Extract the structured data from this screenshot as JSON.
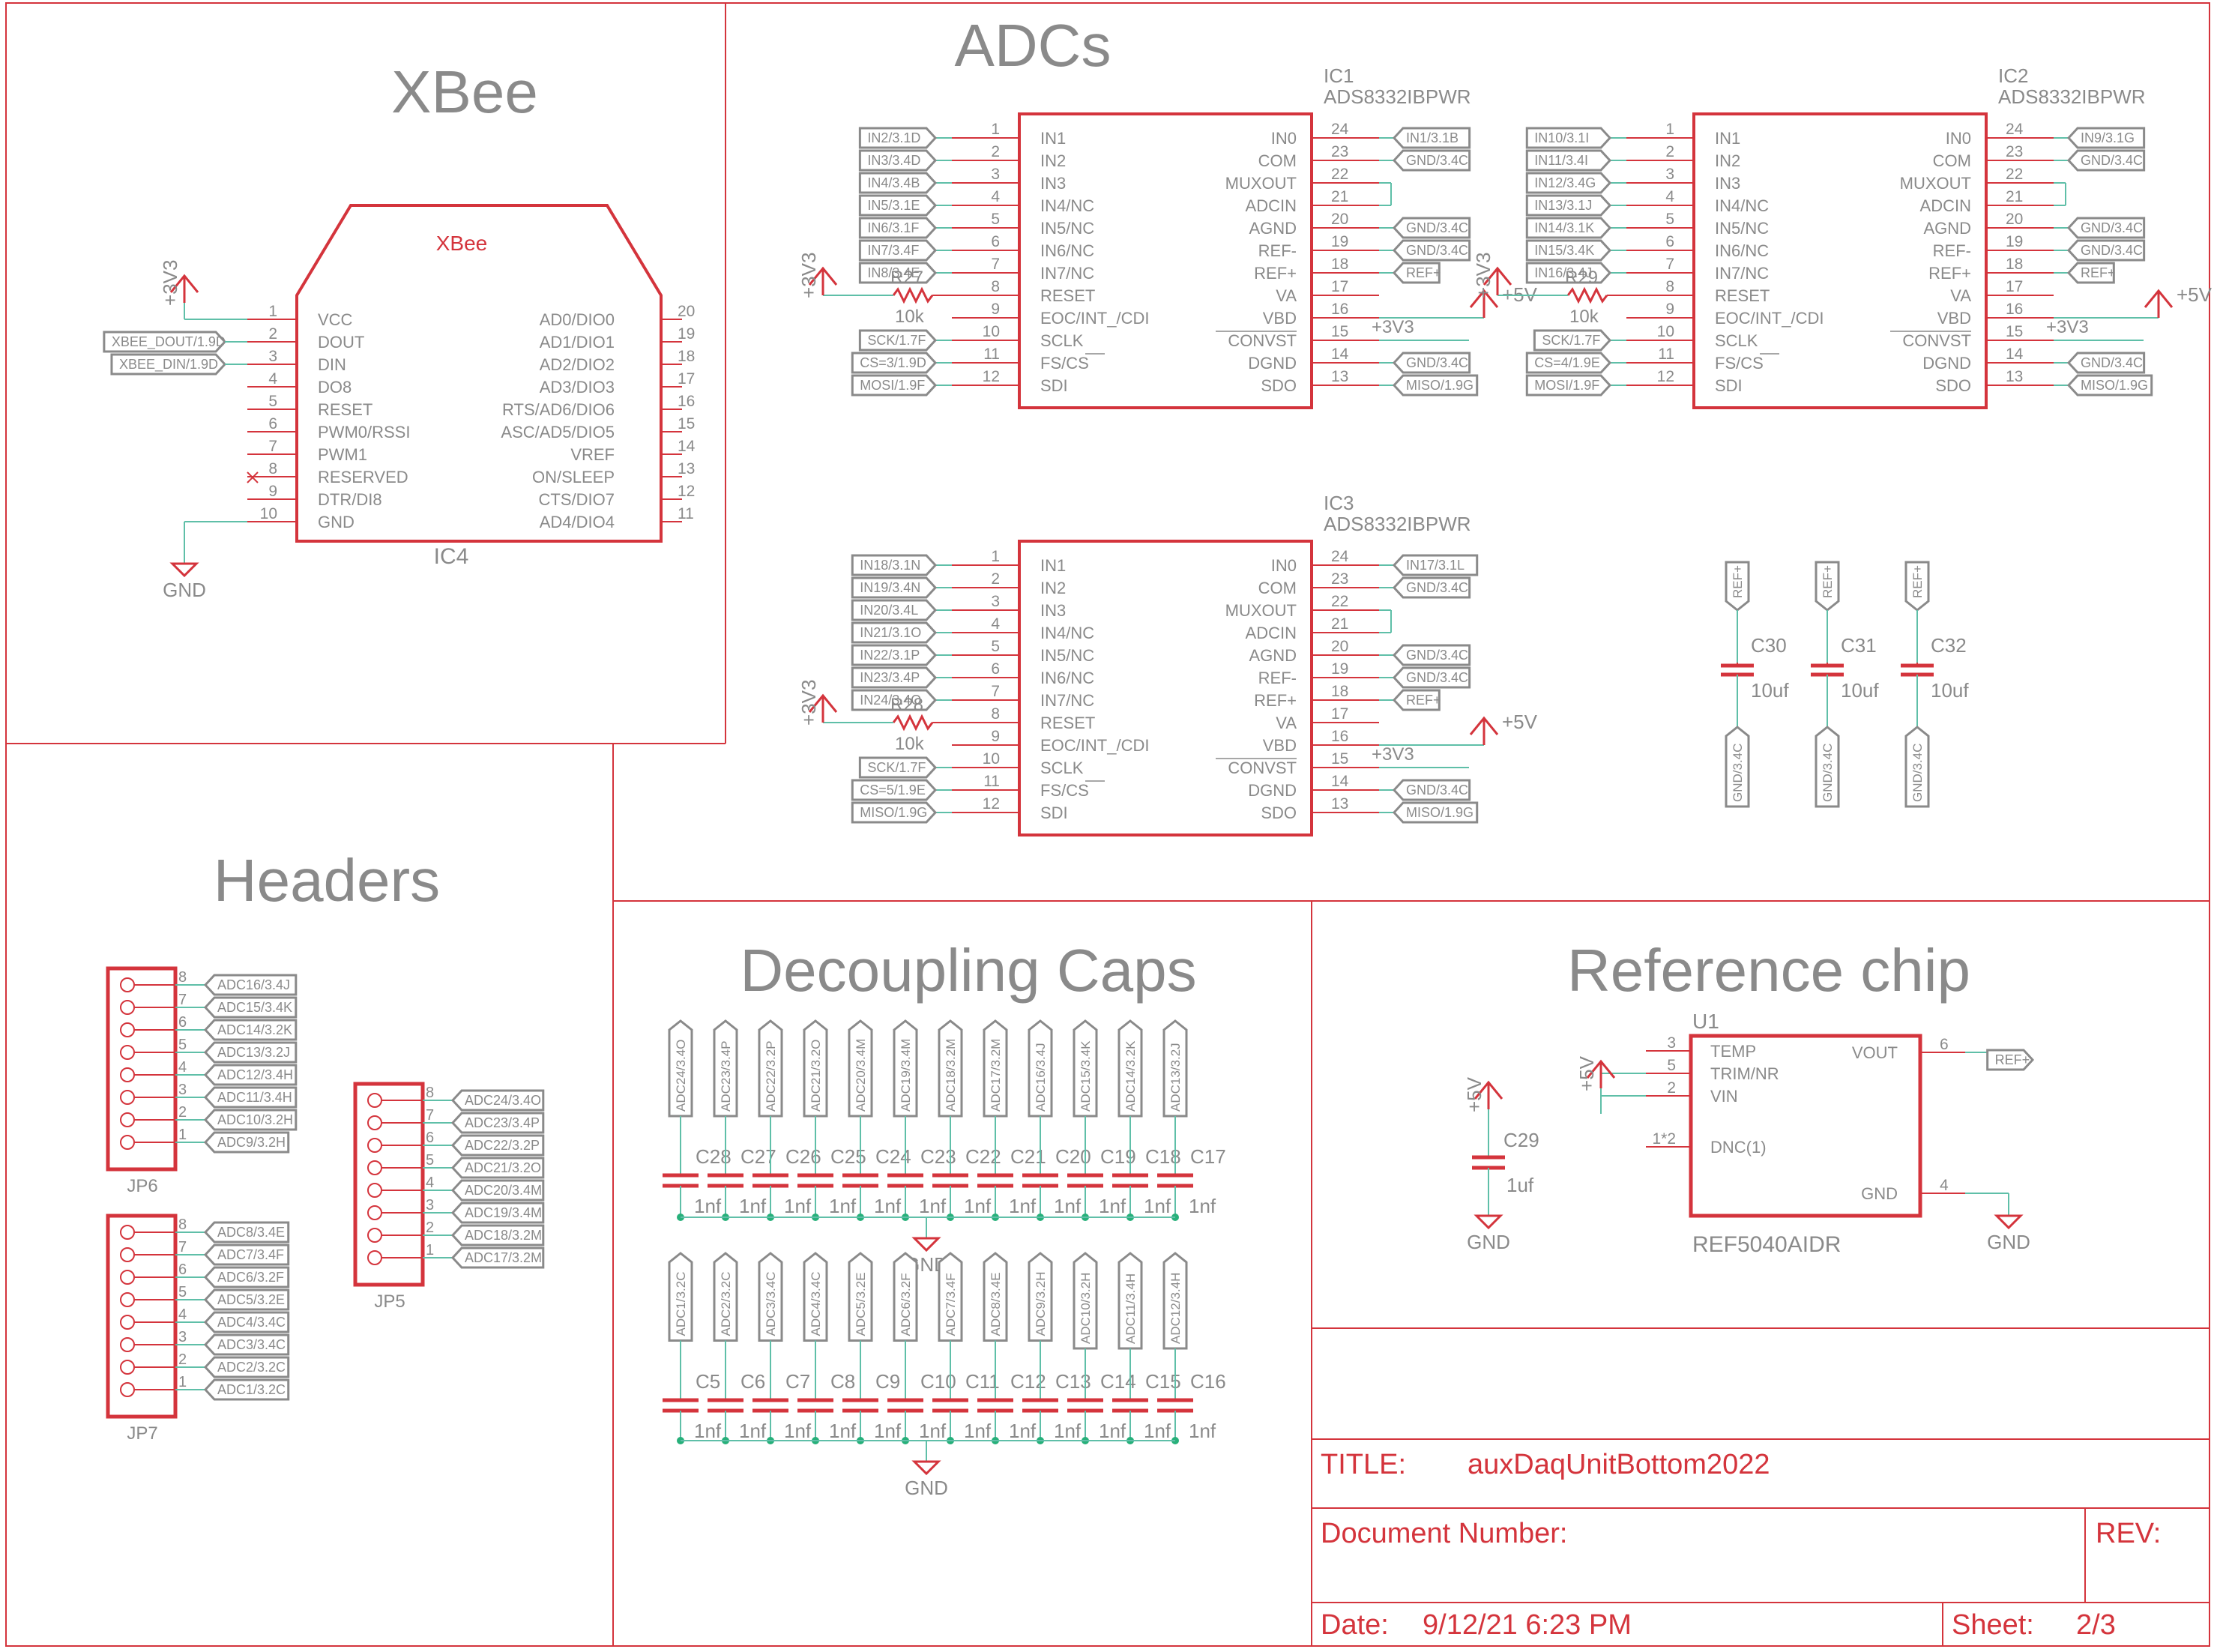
{
  "colors": {
    "frame": "#d4343c",
    "text_gray": "#8a8a8a",
    "text_dark": "#6e6e6e",
    "net": "#5fbfa8",
    "junction": "#27b07a",
    "label_border": "#8a8a8a"
  },
  "sections": {
    "xbee": "XBee",
    "adcs": "ADCs",
    "headers": "Headers",
    "decoupling": "Decoupling Caps",
    "reference": "Reference chip"
  },
  "xbee_module": {
    "label": "XBee",
    "name": "IC4",
    "left_pins": [
      {
        "n": "1",
        "name": "VCC"
      },
      {
        "n": "2",
        "name": "DOUT"
      },
      {
        "n": "3",
        "name": "DIN"
      },
      {
        "n": "4",
        "name": "DO8"
      },
      {
        "n": "5",
        "name": "RESET"
      },
      {
        "n": "6",
        "name": "PWM0/RSSI"
      },
      {
        "n": "7",
        "name": "PWM1"
      },
      {
        "n": "8",
        "name": "RESERVED"
      },
      {
        "n": "9",
        "name": "DTR/DI8"
      },
      {
        "n": "10",
        "name": "GND"
      }
    ],
    "right_pins": [
      {
        "n": "20",
        "name": "AD0/DIO0"
      },
      {
        "n": "19",
        "name": "AD1/DIO1"
      },
      {
        "n": "18",
        "name": "AD2/DIO2"
      },
      {
        "n": "17",
        "name": "AD3/DIO3"
      },
      {
        "n": "16",
        "name": "RTS/AD6/DIO6"
      },
      {
        "n": "15",
        "name": "ASC/AD5/DIO5"
      },
      {
        "n": "14",
        "name": "VREF"
      },
      {
        "n": "13",
        "name": "ON/SLEEP"
      },
      {
        "n": "12",
        "name": "CTS/DIO7"
      },
      {
        "n": "11",
        "name": "AD4/DIO4"
      }
    ],
    "nets": {
      "dout": "XBEE_DOUT/1.9D",
      "din": "XBEE_DIN/1.9D",
      "power": "+3V3",
      "gnd": "GND"
    }
  },
  "adc_left_pins": [
    {
      "n": "1",
      "name": "IN1"
    },
    {
      "n": "2",
      "name": "IN2"
    },
    {
      "n": "3",
      "name": "IN3"
    },
    {
      "n": "4",
      "name": "IN4/NC"
    },
    {
      "n": "5",
      "name": "IN5/NC"
    },
    {
      "n": "6",
      "name": "IN6/NC"
    },
    {
      "n": "7",
      "name": "IN7/NC"
    },
    {
      "n": "8",
      "name": "RESET"
    },
    {
      "n": "9",
      "name": "EOC/INT_/CDI"
    },
    {
      "n": "10",
      "name": "SCLK"
    },
    {
      "n": "11",
      "name": "FS/CS"
    },
    {
      "n": "12",
      "name": "SDI"
    }
  ],
  "adc_right_pins": [
    {
      "n": "24",
      "name": "IN0"
    },
    {
      "n": "23",
      "name": "COM"
    },
    {
      "n": "22",
      "name": "MUXOUT"
    },
    {
      "n": "21",
      "name": "ADCIN"
    },
    {
      "n": "20",
      "name": "AGND"
    },
    {
      "n": "19",
      "name": "REF-"
    },
    {
      "n": "18",
      "name": "REF+"
    },
    {
      "n": "17",
      "name": "VA"
    },
    {
      "n": "16",
      "name": "VBD"
    },
    {
      "n": "15",
      "name": "CONVST"
    },
    {
      "n": "14",
      "name": "DGND"
    },
    {
      "n": "13",
      "name": "SDO"
    }
  ],
  "adcs": [
    {
      "name": "IC1",
      "part": "ADS8332IBPWR",
      "left_labels": [
        "IN2/3.1D",
        "IN3/3.4D",
        "IN4/3.4B",
        "IN5/3.1E",
        "IN6/3.1F",
        "IN7/3.4F",
        "IN8/3.4E",
        "",
        "",
        "SCK/1.7F",
        "CS=3/1.9D",
        "MOSI/1.9F"
      ],
      "right_labels": [
        "IN1/3.1B",
        "GND/3.4C",
        "",
        "",
        "GND/3.4C",
        "GND/3.4C",
        "REF+",
        "",
        "",
        "",
        "GND/3.4C",
        "MISO/1.9G"
      ],
      "resistor": "R27",
      "res_value": "10k",
      "power_left": "+3V3",
      "power_va": "+5V",
      "power_vbd": "+3V3"
    },
    {
      "name": "IC2",
      "part": "ADS8332IBPWR",
      "left_labels": [
        "IN10/3.1I",
        "IN11/3.4I",
        "IN12/3.4G",
        "IN13/3.1J",
        "IN14/3.1K",
        "IN15/3.4K",
        "IN16/3.4J",
        "",
        "",
        "SCK/1.7F",
        "CS=4/1.9E",
        "MOSI/1.9F"
      ],
      "right_labels": [
        "IN9/3.1G",
        "GND/3.4C",
        "",
        "",
        "GND/3.4C",
        "GND/3.4C",
        "REF+",
        "",
        "",
        "",
        "GND/3.4C",
        "MISO/1.9G"
      ],
      "resistor": "R29",
      "res_value": "10k",
      "power_left": "+3V3",
      "power_va": "+5V",
      "power_vbd": "+3V3"
    },
    {
      "name": "IC3",
      "part": "ADS8332IBPWR",
      "left_labels": [
        "IN18/3.1N",
        "IN19/3.4N",
        "IN20/3.4L",
        "IN21/3.1O",
        "IN22/3.1P",
        "IN23/3.4P",
        "IN24/3.4O",
        "",
        "",
        "SCK/1.7F",
        "CS=5/1.9E",
        "MISO/1.9G"
      ],
      "right_labels": [
        "IN17/3.1L",
        "GND/3.4C",
        "",
        "",
        "GND/3.4C",
        "GND/3.4C",
        "REF+",
        "",
        "",
        "",
        "GND/3.4C",
        "MISO/1.9G"
      ],
      "resistor": "R28",
      "res_value": "10k",
      "power_left": "+3V3",
      "power_va": "+5V",
      "power_vbd": "+3V3"
    }
  ],
  "ref_caps": [
    {
      "name": "C30",
      "value": "10uf",
      "top": "REF+",
      "bottom": "GND/3.4C"
    },
    {
      "name": "C31",
      "value": "10uf",
      "top": "REF+",
      "bottom": "GND/3.4C"
    },
    {
      "name": "C32",
      "value": "10uf",
      "top": "REF+",
      "bottom": "GND/3.4C"
    }
  ],
  "headers": [
    {
      "name": "JP6",
      "pins": [
        "8",
        "7",
        "6",
        "5",
        "4",
        "3",
        "2",
        "1"
      ],
      "labels": [
        "ADC16/3.4J",
        "ADC15/3.4K",
        "ADC14/3.2K",
        "ADC13/3.2J",
        "ADC12/3.4H",
        "ADC11/3.4H",
        "ADC10/3.2H",
        "ADC9/3.2H"
      ]
    },
    {
      "name": "JP7",
      "pins": [
        "8",
        "7",
        "6",
        "5",
        "4",
        "3",
        "2",
        "1"
      ],
      "labels": [
        "ADC8/3.4E",
        "ADC7/3.4F",
        "ADC6/3.2F",
        "ADC5/3.2E",
        "ADC4/3.4C",
        "ADC3/3.4C",
        "ADC2/3.2C",
        "ADC1/3.2C"
      ]
    },
    {
      "name": "JP5",
      "pins": [
        "8",
        "7",
        "6",
        "5",
        "4",
        "3",
        "2",
        "1"
      ],
      "labels": [
        "ADC24/3.4O",
        "ADC23/3.4P",
        "ADC22/3.2P",
        "ADC21/3.2O",
        "ADC20/3.4M",
        "ADC19/3.4M",
        "ADC18/3.2M",
        "ADC17/3.2M"
      ]
    }
  ],
  "decoupling": {
    "top": {
      "nets": [
        "ADC24/3.4O",
        "ADC23/3.4P",
        "ADC22/3.2P",
        "ADC21/3.2O",
        "ADC20/3.4M",
        "ADC19/3.4M",
        "ADC18/3.2M",
        "ADC17/3.2M",
        "ADC16/3.4J",
        "ADC15/3.4K",
        "ADC14/3.2K",
        "ADC13/3.2J"
      ],
      "caps": [
        "C28",
        "C27",
        "C26",
        "C25",
        "C24",
        "C23",
        "C22",
        "C21",
        "C20",
        "C19",
        "C18",
        "C17"
      ],
      "value": "1nf",
      "gnd": "GND"
    },
    "bottom": {
      "nets": [
        "ADC1/3.2C",
        "ADC2/3.2C",
        "ADC3/3.4C",
        "ADC4/3.4C",
        "ADC5/3.2E",
        "ADC6/3.2F",
        "ADC7/3.4F",
        "ADC8/3.4E",
        "ADC9/3.2H",
        "ADC10/3.2H",
        "ADC11/3.4H",
        "ADC12/3.4H"
      ],
      "caps": [
        "C5",
        "C6",
        "C7",
        "C8",
        "C9",
        "C10",
        "C11",
        "C12",
        "C13",
        "C14",
        "C15",
        "C16"
      ],
      "value": "1nf",
      "gnd": "GND"
    }
  },
  "reference_chip": {
    "name": "U1",
    "part": "REF5040AIDR",
    "left_pins": [
      {
        "n": "3",
        "name": "TEMP"
      },
      {
        "n": "5",
        "name": "TRIM/NR"
      },
      {
        "n": "2",
        "name": "VIN"
      },
      {
        "n": "1*2",
        "name": "DNC(1)"
      }
    ],
    "right_pins": [
      {
        "n": "6",
        "name": "VOUT"
      },
      {
        "n": "4",
        "name": "GND"
      }
    ],
    "out_label": "REF+",
    "power": "+5V",
    "gnd": "GND",
    "cap": {
      "name": "C29",
      "value": "1uf",
      "power": "+5V",
      "gnd": "GND"
    }
  },
  "title_block": {
    "title_label": "TITLE:",
    "title": "auxDaqUnitBottom2022",
    "docnum_label": "Document Number:",
    "rev_label": "REV:",
    "date_label": "Date:",
    "date": "9/12/21 6:23 PM",
    "sheet_label": "Sheet:",
    "sheet": "2/3"
  }
}
